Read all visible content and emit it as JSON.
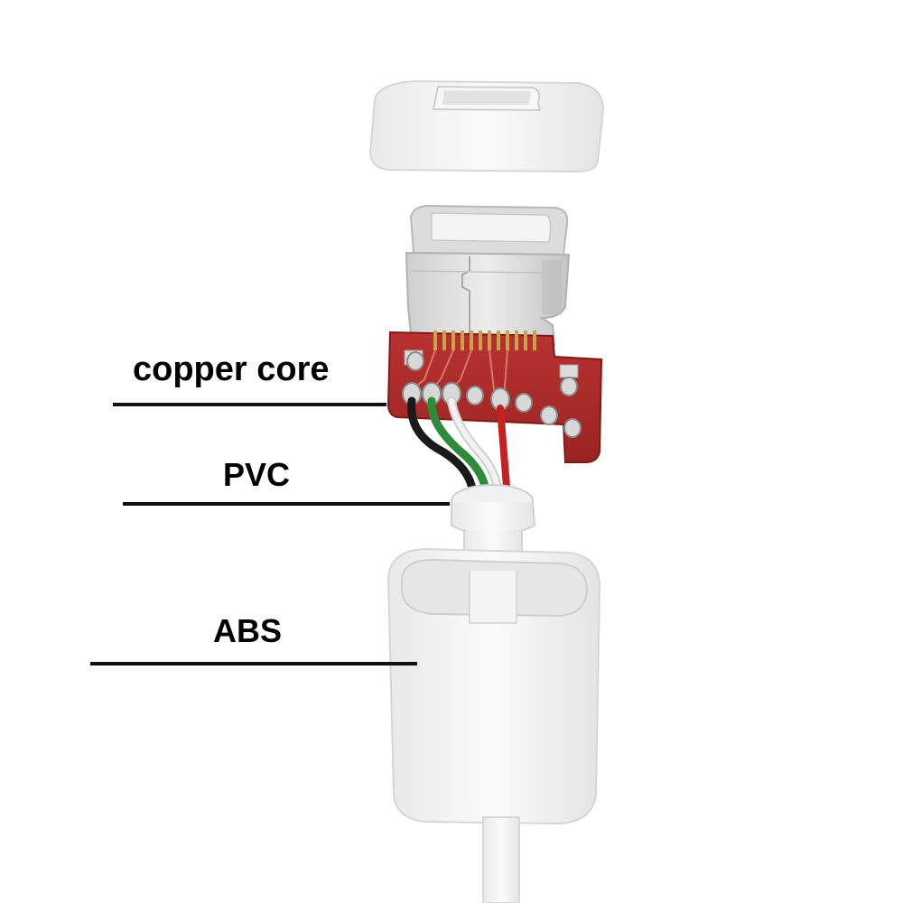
{
  "labels": {
    "copper_core": "copper core",
    "pvc": "PVC",
    "abs": "ABS"
  },
  "colors": {
    "background": "#ffffff",
    "casing_white": "#f2f2f2",
    "pcb_red": "#a82a28",
    "wire_black": "#1a1a1a",
    "wire_green": "#2e8b3a",
    "wire_white": "#e6e6e6",
    "wire_red": "#c62020",
    "gold_pin": "#c9a24a",
    "leader_line": "#111111"
  }
}
